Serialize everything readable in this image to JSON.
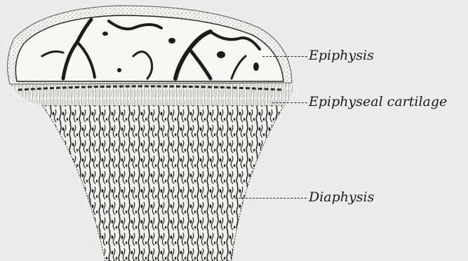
{
  "labels": {
    "epiphysis": "Epiphysis",
    "epiphyseal_cartilage": "Epiphyseal cartilage",
    "diaphysis": "Diaphysis"
  },
  "colors": {
    "background": "#ececec",
    "ink": "#1a1a1a",
    "bone_fill": "#f6f6f4"
  }
}
